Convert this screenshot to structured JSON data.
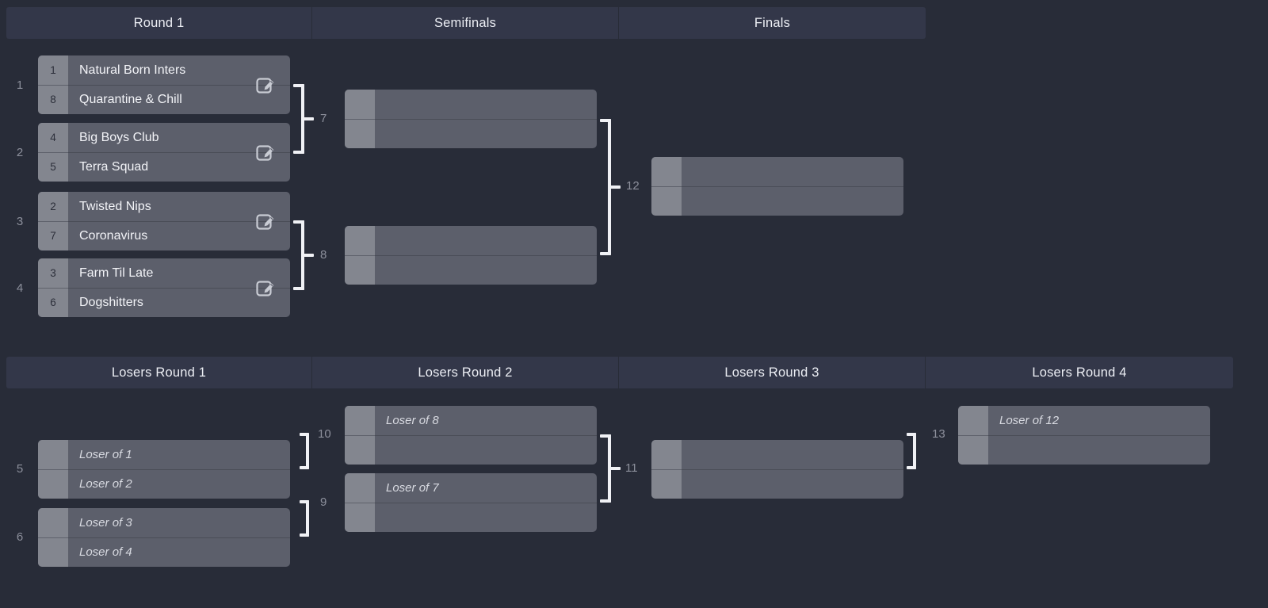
{
  "theme": {
    "page_bg": "#282c38",
    "header_bg": "#333749",
    "card_bg": "#5c5f6b",
    "seed_bg": "#83868f",
    "connector": "#f0f1f5",
    "text": "#f2f3f7",
    "muted_text": "#8d909c"
  },
  "winners": {
    "headers": [
      {
        "label": "Round 1"
      },
      {
        "label": "Semifinals"
      },
      {
        "label": "Finals"
      }
    ],
    "round1": {
      "matches": [
        {
          "number": "1",
          "slots": [
            {
              "seed": "1",
              "team": "Natural Born Inters"
            },
            {
              "seed": "8",
              "team": "Quarantine & Chill"
            }
          ]
        },
        {
          "number": "2",
          "slots": [
            {
              "seed": "4",
              "team": "Big Boys Club"
            },
            {
              "seed": "5",
              "team": "Terra Squad"
            }
          ]
        },
        {
          "number": "3",
          "slots": [
            {
              "seed": "2",
              "team": "Twisted Nips"
            },
            {
              "seed": "7",
              "team": "Coronavirus"
            }
          ]
        },
        {
          "number": "4",
          "slots": [
            {
              "seed": "3",
              "team": "Farm Til Late"
            },
            {
              "seed": "6",
              "team": "Dogshitters"
            }
          ]
        }
      ]
    },
    "semifinals": {
      "matches": [
        {
          "number": "7",
          "slots": [
            {
              "seed": "",
              "team": ""
            },
            {
              "seed": "",
              "team": ""
            }
          ]
        },
        {
          "number": "8",
          "slots": [
            {
              "seed": "",
              "team": ""
            },
            {
              "seed": "",
              "team": ""
            }
          ]
        }
      ]
    },
    "finals": {
      "matches": [
        {
          "number": "12",
          "slots": [
            {
              "seed": "",
              "team": ""
            },
            {
              "seed": "",
              "team": ""
            }
          ]
        }
      ]
    }
  },
  "losers": {
    "headers": [
      {
        "label": "Losers Round 1"
      },
      {
        "label": "Losers Round 2"
      },
      {
        "label": "Losers Round 3"
      },
      {
        "label": "Losers Round 4"
      }
    ],
    "round1": {
      "matches": [
        {
          "number": "5",
          "slots": [
            {
              "seed": "",
              "team": "Loser of 1"
            },
            {
              "seed": "",
              "team": "Loser of 2"
            }
          ]
        },
        {
          "number": "6",
          "slots": [
            {
              "seed": "",
              "team": "Loser of 3"
            },
            {
              "seed": "",
              "team": "Loser of 4"
            }
          ]
        }
      ]
    },
    "round2": {
      "matches": [
        {
          "number": "10",
          "slots": [
            {
              "seed": "",
              "team": "Loser of 8"
            },
            {
              "seed": "",
              "team": ""
            }
          ]
        },
        {
          "number": "9",
          "slots": [
            {
              "seed": "",
              "team": "Loser of 7"
            },
            {
              "seed": "",
              "team": ""
            }
          ]
        }
      ]
    },
    "round3": {
      "matches": [
        {
          "number": "11",
          "slots": [
            {
              "seed": "",
              "team": ""
            },
            {
              "seed": "",
              "team": ""
            }
          ]
        }
      ]
    },
    "round4": {
      "matches": [
        {
          "number": "13",
          "slots": [
            {
              "seed": "",
              "team": "Loser of 12"
            },
            {
              "seed": "",
              "team": ""
            }
          ]
        }
      ]
    }
  },
  "icons": {
    "edit": "edit-pencil-icon"
  }
}
